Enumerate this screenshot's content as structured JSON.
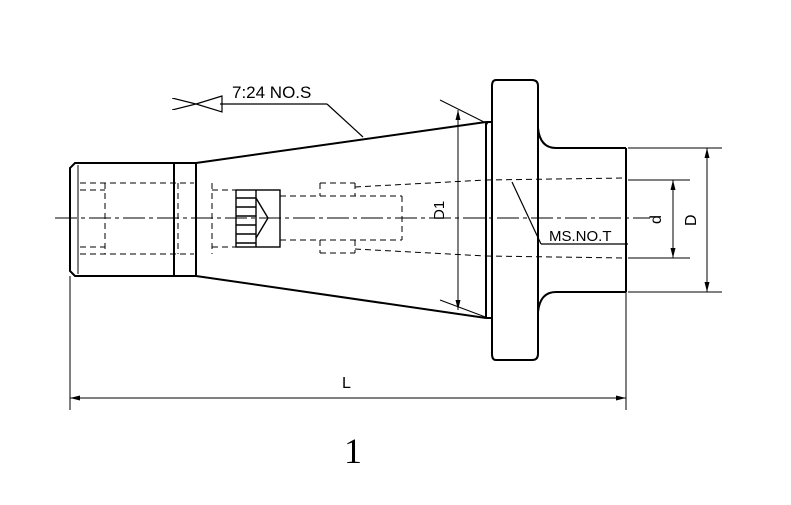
{
  "labels": {
    "taper": "7:24 NO.S",
    "morse": "MS.NO.T",
    "d1": "D1",
    "d": "d",
    "D": "D",
    "L": "L",
    "figure_number": "1"
  }
}
